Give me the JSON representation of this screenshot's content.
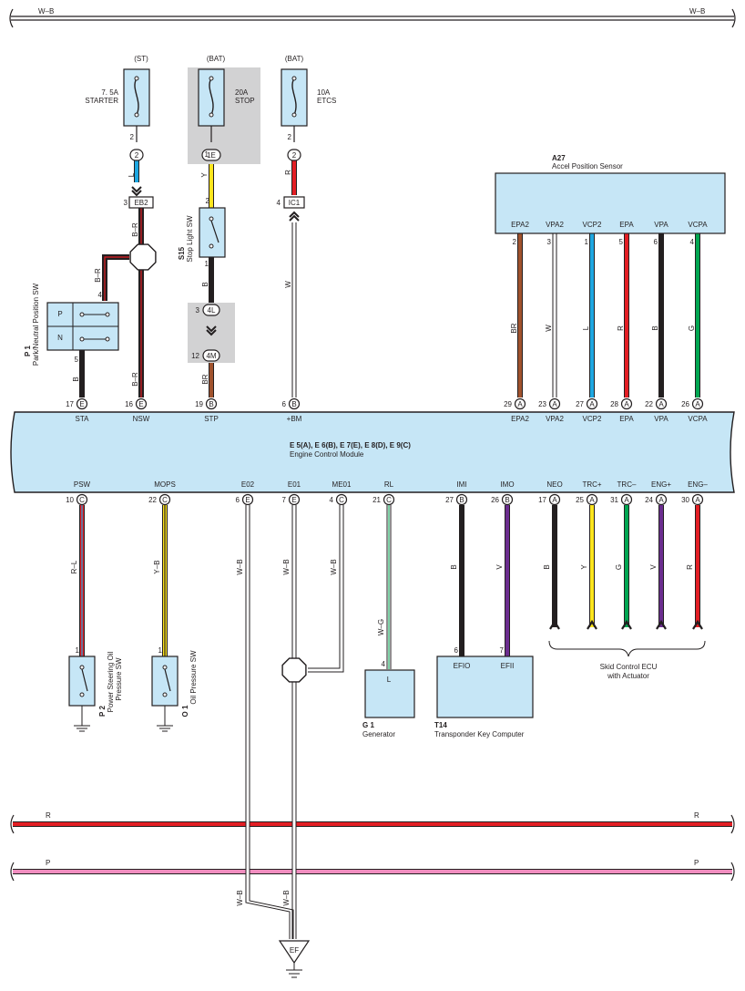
{
  "colors": {
    "ecu_fill": "#c6e6f6",
    "box_fill": "#c6e6f6",
    "gray_bg": "#d2d2d3",
    "W": "#ffffff",
    "B": "#231f20",
    "R": "#e31e24",
    "L": "#1ea7e1",
    "Y": "#fde51d",
    "G": "#00a651",
    "V": "#6b2d8f",
    "BR": "#a0522d",
    "P": "#f08dbf",
    "BORDER": "#231f20"
  },
  "buses": {
    "top": "W–B",
    "top_right": "W–B",
    "red_left": "R",
    "red_right": "R",
    "pink_left": "P",
    "pink_right": "P"
  },
  "fuses": [
    {
      "source": "(ST)",
      "rating": "7. 5A",
      "name": "STARTER",
      "pin": "2",
      "conn": "2",
      "wire": "L",
      "conn2": "EB2",
      "conn2_pin": "3"
    },
    {
      "source": "(BAT)",
      "rating": "20A",
      "name": "STOP",
      "pin": "1",
      "conn": "1E",
      "wire": "Y"
    },
    {
      "source": "(BAT)",
      "rating": "10A",
      "name": "ETCS",
      "pin": "2",
      "conn": "2",
      "wire": "R",
      "conn2": "IC1",
      "conn2_pin": "4",
      "wire2": "W"
    }
  ],
  "stop_switch": {
    "code": "S15",
    "name": "Stop Light SW",
    "pin_in": "2",
    "pin_out": "1",
    "wire_out": "B",
    "conn_a": "4L",
    "conn_a_pin": "3",
    "conn_b": "4M",
    "conn_b_pin": "12",
    "wire_final": "BR"
  },
  "park_sw": {
    "code": "P 1",
    "name": "Park/Neutral Position SW",
    "pos_p": "P",
    "pos_n": "N",
    "pin_in": "4",
    "pin_out": "5",
    "wire_in": "B–R",
    "wire_out": "B",
    "wire_nsw": "B–R",
    "wire_eb2": "B–R"
  },
  "ecm": {
    "codes": "E 5(A), E 6(B), E 7(E), E 8(D), E 9(C)",
    "name": "Engine Control Module",
    "top_pins": [
      {
        "num": "17",
        "conn": "E",
        "label": "STA"
      },
      {
        "num": "16",
        "conn": "E",
        "label": "NSW"
      },
      {
        "num": "19",
        "conn": "B",
        "label": "STP"
      },
      {
        "num": "6",
        "conn": "B",
        "label": "+BM"
      },
      {
        "num": "29",
        "conn": "A",
        "label": "EPA2"
      },
      {
        "num": "23",
        "conn": "A",
        "label": "VPA2"
      },
      {
        "num": "27",
        "conn": "A",
        "label": "VCP2"
      },
      {
        "num": "28",
        "conn": "A",
        "label": "EPA"
      },
      {
        "num": "22",
        "conn": "A",
        "label": "VPA"
      },
      {
        "num": "26",
        "conn": "A",
        "label": "VCPA"
      }
    ],
    "bottom_pins": [
      {
        "num": "10",
        "conn": "C",
        "label": "PSW"
      },
      {
        "num": "22",
        "conn": "C",
        "label": "MOPS"
      },
      {
        "num": "6",
        "conn": "E",
        "label": "E02"
      },
      {
        "num": "7",
        "conn": "E",
        "label": "E01"
      },
      {
        "num": "4",
        "conn": "C",
        "label": "ME01"
      },
      {
        "num": "21",
        "conn": "C",
        "label": "RL"
      },
      {
        "num": "27",
        "conn": "B",
        "label": "IMI"
      },
      {
        "num": "26",
        "conn": "B",
        "label": "IMO"
      },
      {
        "num": "17",
        "conn": "A",
        "label": "NEO"
      },
      {
        "num": "25",
        "conn": "A",
        "label": "TRC+"
      },
      {
        "num": "31",
        "conn": "A",
        "label": "TRC–"
      },
      {
        "num": "24",
        "conn": "A",
        "label": "ENG+"
      },
      {
        "num": "30",
        "conn": "A",
        "label": "ENG–"
      }
    ]
  },
  "accel_sensor": {
    "code": "A27",
    "name": "Accel Position Sensor",
    "pins": [
      {
        "label": "EPA2",
        "pin": "2",
        "wire": "BR"
      },
      {
        "label": "VPA2",
        "pin": "3",
        "wire": "W"
      },
      {
        "label": "VCP2",
        "pin": "1",
        "wire": "L"
      },
      {
        "label": "EPA",
        "pin": "5",
        "wire": "R"
      },
      {
        "label": "VPA",
        "pin": "6",
        "wire": "B"
      },
      {
        "label": "VCPA",
        "pin": "4",
        "wire": "G"
      }
    ]
  },
  "bottom_wires": [
    "R–L",
    "Y–B",
    "W–B",
    "W–B",
    "W–B",
    "W–G",
    "B",
    "V",
    "B",
    "Y",
    "G",
    "V",
    "R"
  ],
  "ps_switch": {
    "code": "P 2",
    "name_l1": "Power Steering Oil",
    "name_l2": "Pressure SW",
    "pin": "1"
  },
  "oil_switch": {
    "code": "O 1",
    "name": "Oil Pressure SW",
    "pin": "1"
  },
  "generator": {
    "code": "G 1",
    "name": "Generator",
    "pin": "4",
    "term": "L"
  },
  "transponder": {
    "code": "T14",
    "name": "Transponder Key Computer",
    "pin_a": "6",
    "pin_b": "7",
    "term_a": "EFIO",
    "term_b": "EFII"
  },
  "skid_ecu": {
    "l1": "Skid Control ECU",
    "l2": "with Actuator"
  },
  "ground_ef": {
    "label": "EF",
    "wire_a": "W–B",
    "wire_b": "W–B"
  }
}
